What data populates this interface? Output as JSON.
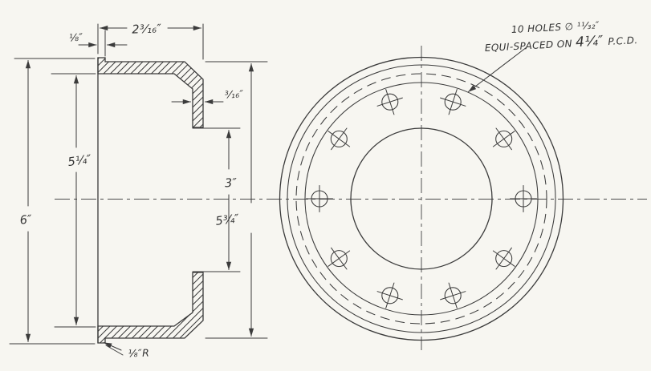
{
  "meta": {
    "paper_color": "#f7f6f1",
    "ink_color": "#3b3b3b",
    "drawing_type": "engineering-drawing"
  },
  "section_view": {
    "dims": {
      "top_width": "2³⁄₁₆″",
      "lip_width": "⅛″",
      "wall_thickness": "³⁄₁₆″",
      "inner_depth": "5¼″",
      "bore": "3″",
      "overall_height": "6″",
      "body_od": "5¾″",
      "corner_radius": "⅛″R"
    }
  },
  "front_view": {
    "hole_count": 10,
    "hole_note_line1": "10 HOLES ∅ ¹¹⁄₃₂″",
    "hole_note": {
      "pre": "EQUI-SPACED ON ",
      "pcd": "4¼″",
      "post": " P.C.D."
    }
  }
}
